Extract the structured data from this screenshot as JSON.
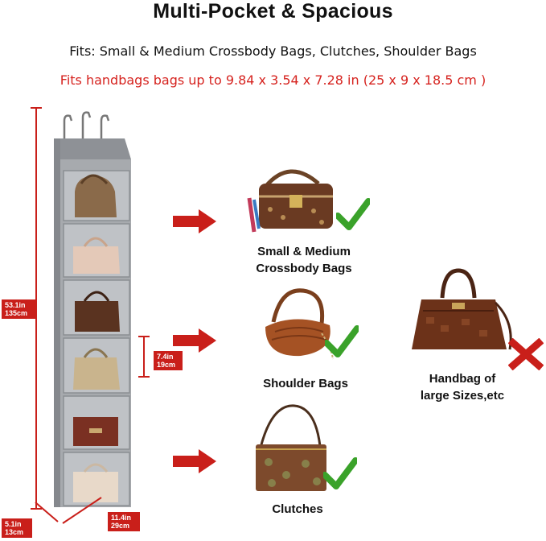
{
  "heading": "Multi-Pocket & Spacious",
  "fits_line": "Fits: Small & Medium Crossbody Bags, Clutches, Shoulder Bags",
  "size_line": "Fits  handbags bags up to 9.84 x 3.54 x 7.28 in (25 x 9 x 18.5 cm )",
  "dimensions": {
    "height_in": "53.1in",
    "height_cm": "135cm",
    "pocket_in": "7.4in",
    "pocket_cm": "19cm",
    "depth_in": "5.1in",
    "depth_cm": "13cm",
    "width_in": "11.4in",
    "width_cm": "29cm"
  },
  "items": {
    "crossbody_line1": "Small & Medium",
    "crossbody_line2": "Crossbody Bags",
    "shoulder": "Shoulder Bags",
    "clutches": "Clutches",
    "large_line1": "Handbag of",
    "large_line2": "large Sizes,etc"
  },
  "colors": {
    "accent_red": "#c91f1a",
    "check_green": "#3aa22a",
    "organizer_gray": "#9a9da2"
  }
}
